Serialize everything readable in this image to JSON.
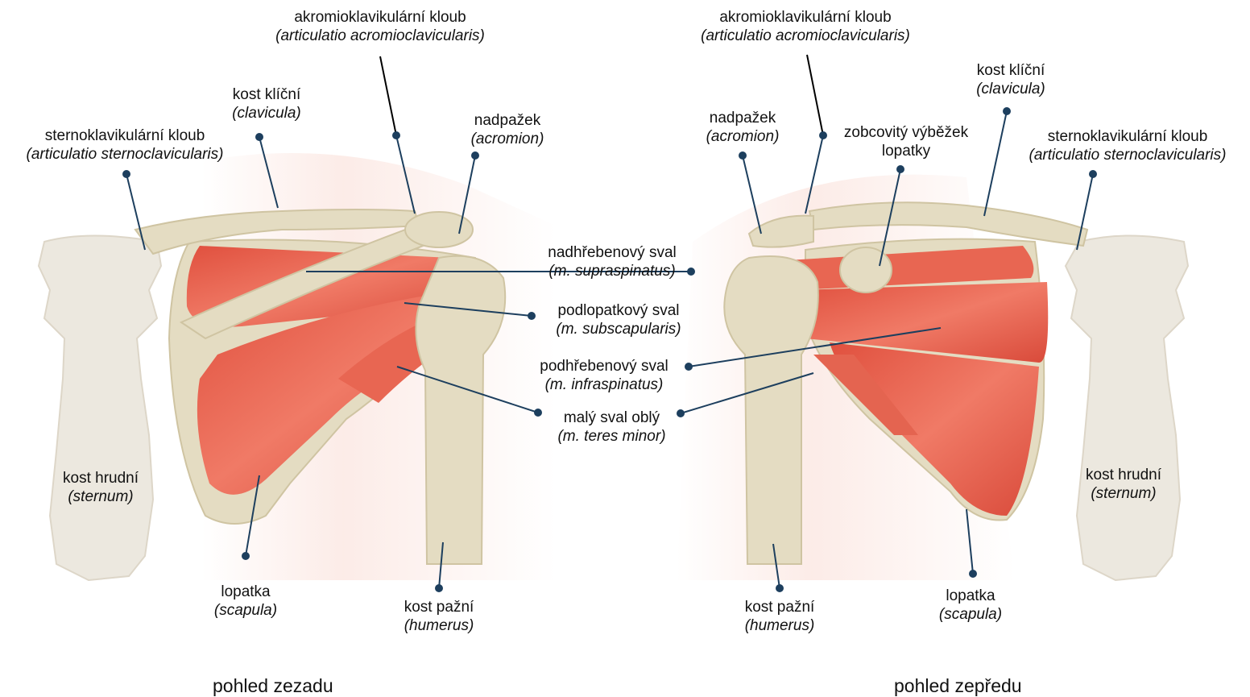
{
  "labels": {
    "ac_joint_back": {
      "cz": "akromioklavikulární kloub",
      "lat": "(articulatio acromioclavicularis)"
    },
    "clavicle_back": {
      "cz": "kost klíční",
      "lat": "(clavicula)"
    },
    "sc_joint_back": {
      "cz": "sternoklavikulární kloub",
      "lat": "(articulatio sternoclavicularis)"
    },
    "acromion_back": {
      "cz": "nadpažek",
      "lat": "(acromion)"
    },
    "sternum_back": {
      "cz": "kost hrudní",
      "lat": "(sternum)"
    },
    "scapula_back": {
      "cz": "lopatka",
      "lat": "(scapula)"
    },
    "humerus_back": {
      "cz": "kost pažní",
      "lat": "(humerus)"
    },
    "supraspinatus": {
      "cz": "nadhřebenový sval",
      "lat": "(m. supraspinatus)"
    },
    "subscapularis": {
      "cz": "podlopatkový sval",
      "lat": "(m. subscapularis)"
    },
    "infraspinatus": {
      "cz": "podhřebenový sval",
      "lat": "(m. infraspinatus)"
    },
    "teres_minor": {
      "cz": "malý sval oblý",
      "lat": "(m. teres minor)"
    },
    "ac_joint_front": {
      "cz": "akromioklavikulární kloub",
      "lat": "(articulatio acromioclavicularis)"
    },
    "acromion_front": {
      "cz": "nadpažek",
      "lat": "(acromion)"
    },
    "coracoid_front": {
      "cz": "zobcovitý výběžek",
      "lat": "lopatky"
    },
    "clavicle_front": {
      "cz": "kost klíční",
      "lat": "(clavicula)"
    },
    "sc_joint_front": {
      "cz": "sternoklavikulární kloub",
      "lat": "(articulatio sternoclavicularis)"
    },
    "sternum_front": {
      "cz": "kost hrudní",
      "lat": "(sternum)"
    },
    "humerus_front": {
      "cz": "kost pažní",
      "lat": "(humerus)"
    },
    "scapula_front": {
      "cz": "lopatka",
      "lat": "(scapula)"
    }
  },
  "captions": {
    "back": "pohled zezadu",
    "front": "pohled zepředu"
  },
  "colors": {
    "bone": "#e4dcc2",
    "bone_shadow": "#cfc4a2",
    "sternum": "#ece8df",
    "muscle": "#de5a48",
    "muscle_light": "#f08a74",
    "skin_glow": "#fbe6e0",
    "leader": "#1d3f5e"
  }
}
